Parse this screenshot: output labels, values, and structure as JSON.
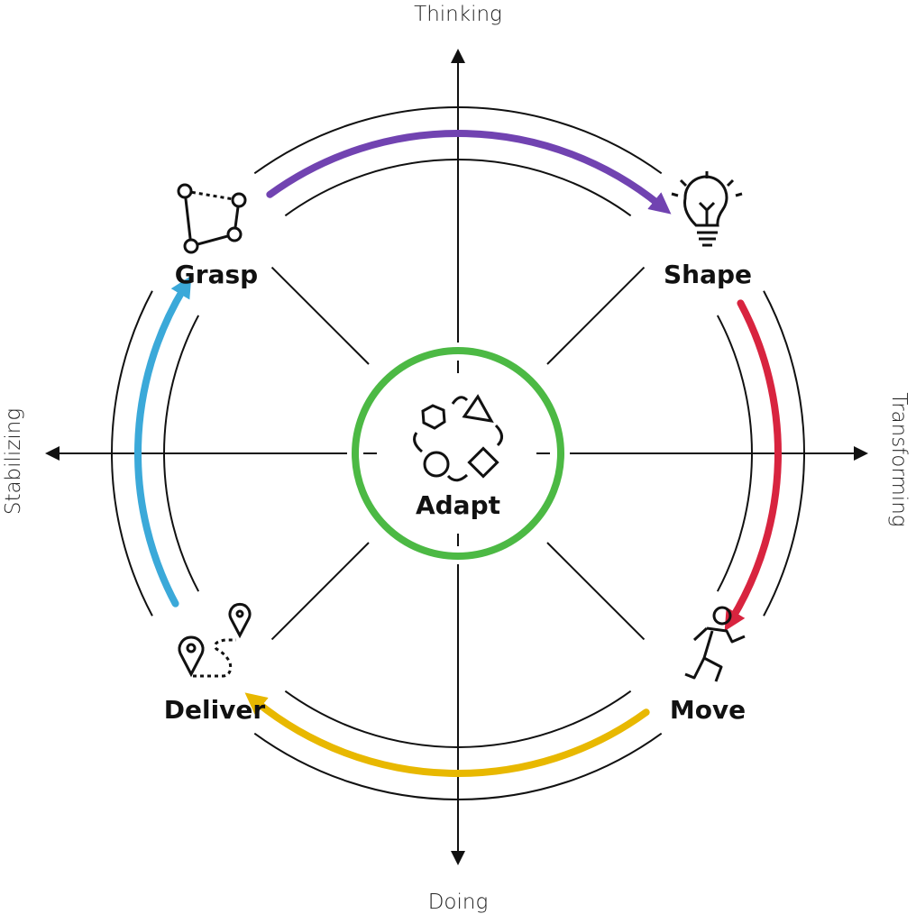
{
  "axes": {
    "top": "Thinking",
    "bottom": "Doing",
    "left": "Stabilizing",
    "right": "Transforming"
  },
  "stages": {
    "grasp": "Grasp",
    "shape": "Shape",
    "move": "Move",
    "deliver": "Deliver",
    "center": "Adapt"
  },
  "colors": {
    "grasp_to_shape": "#7143b1",
    "shape_to_move": "#d8243f",
    "move_to_deliver": "#e8b800",
    "deliver_to_grasp": "#3ba9d9",
    "center_ring": "#4cb944"
  }
}
